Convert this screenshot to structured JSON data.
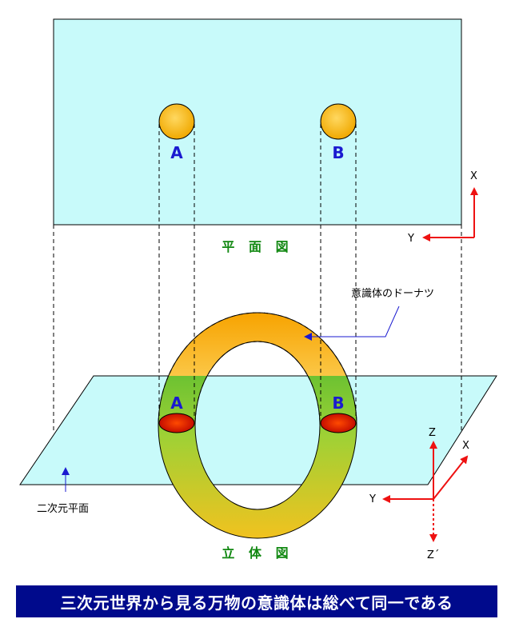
{
  "colors": {
    "plane_fill": "#c8fafa",
    "label_blue": "#1a1ad0",
    "label_green": "#118811",
    "axis_red": "#ee1111",
    "pointer_blue": "#1a1ad0",
    "banner_bg": "#000a8c"
  },
  "labels": {
    "point_a": "A",
    "point_b": "B",
    "plan_view": "平 面 図",
    "elevation_view": "立 体 図",
    "donut_caption": "意識体のドーナツ",
    "plane_caption": "二次元平面"
  },
  "axes_top": {
    "x": "X",
    "y": "Y"
  },
  "axes_bottom": {
    "z": "Z",
    "x": "X",
    "y": "Y",
    "z_prime": "Z´"
  },
  "banner": {
    "text": "三次元世界から見る万物の意識体は総べて同一である"
  }
}
